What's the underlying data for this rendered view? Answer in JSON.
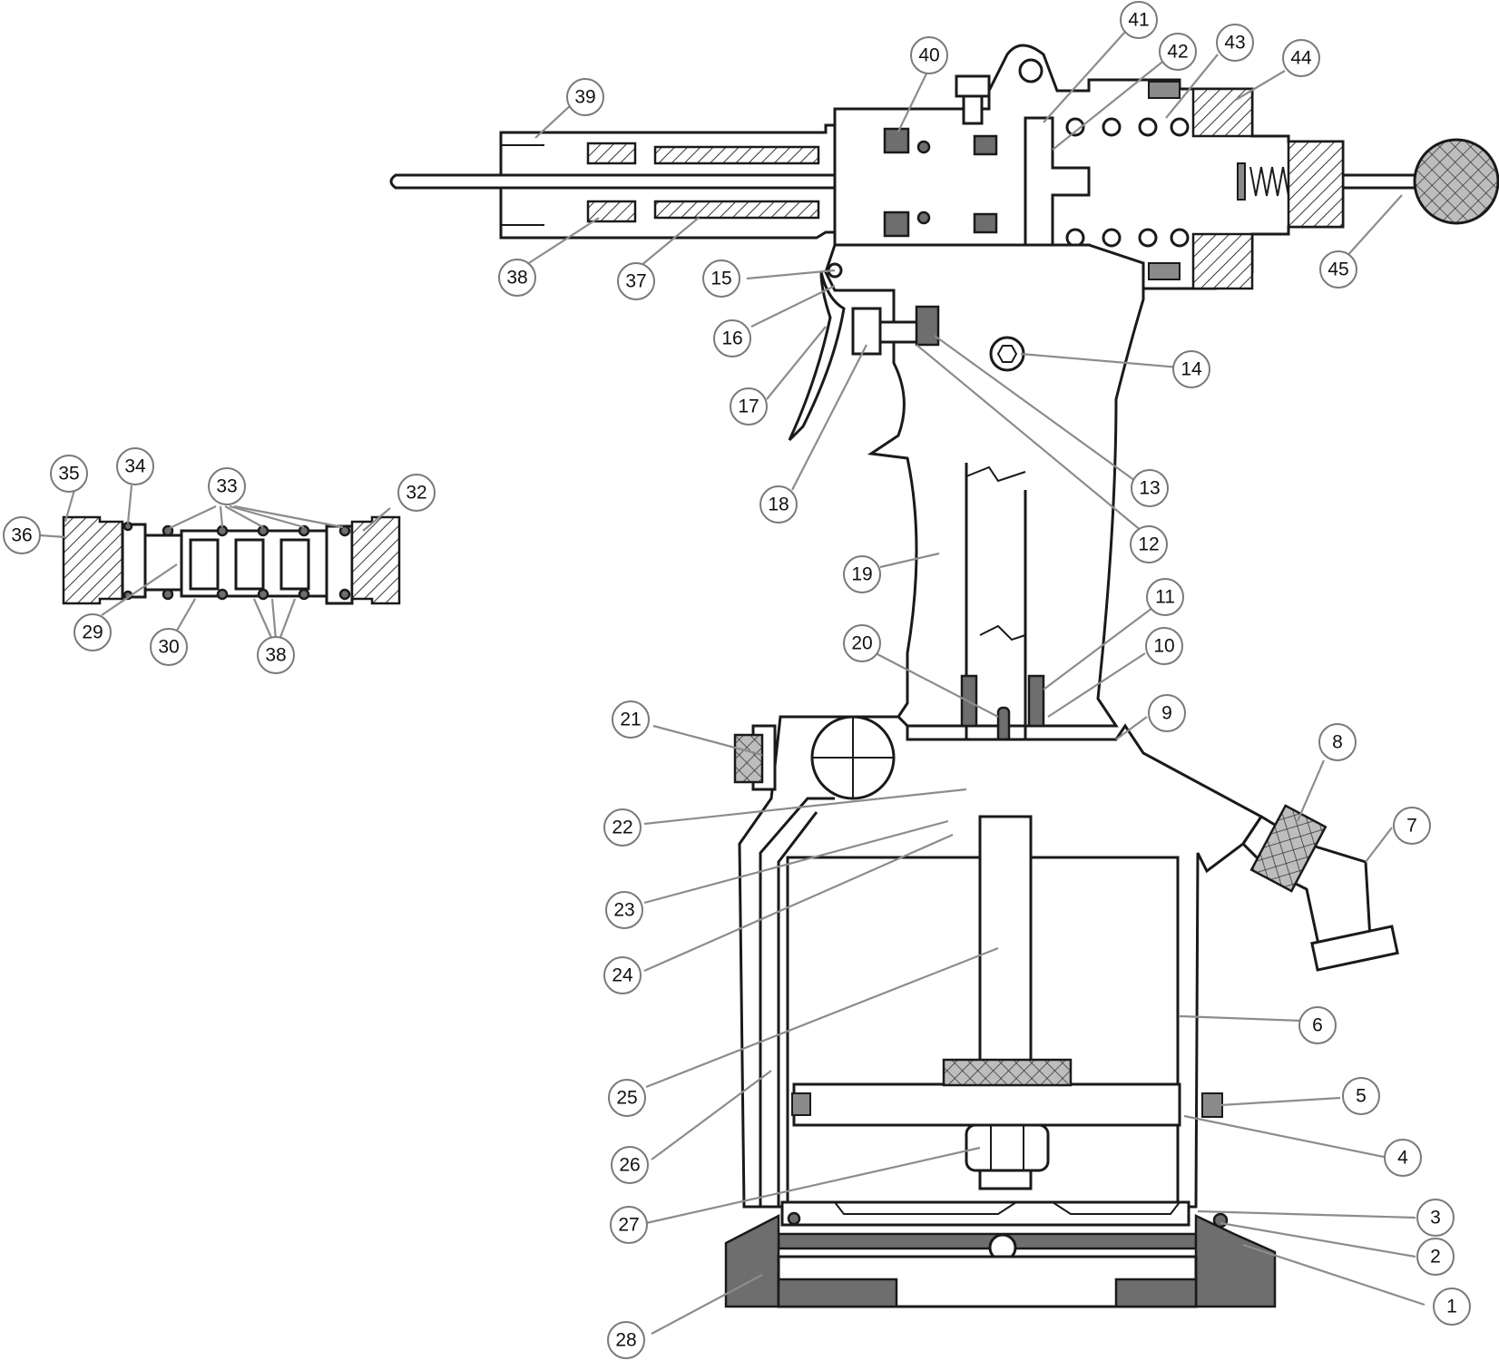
{
  "labels": {
    "n1": "1",
    "n2": "2",
    "n3": "3",
    "n4": "4",
    "n5": "5",
    "n6": "6",
    "n7": "7",
    "n8": "8",
    "n9": "9",
    "n10": "10",
    "n11": "11",
    "n12": "12",
    "n13": "13",
    "n14": "14",
    "n15": "15",
    "n16": "16",
    "n17": "17",
    "n18": "18",
    "n19": "19",
    "n20": "20",
    "n21": "21",
    "n22": "22",
    "n23": "23",
    "n24": "24",
    "n25": "25",
    "n26": "26",
    "n27": "27",
    "n28": "28",
    "n29": "29",
    "n30": "30",
    "n32": "32",
    "n33": "33",
    "n34": "34",
    "n35": "35",
    "n36": "36",
    "n37": "37",
    "n38a": "38",
    "n38b": "38",
    "n39": "39",
    "n40": "40",
    "n41": "41",
    "n42": "42",
    "n43": "43",
    "n44": "44",
    "n45": "45"
  }
}
